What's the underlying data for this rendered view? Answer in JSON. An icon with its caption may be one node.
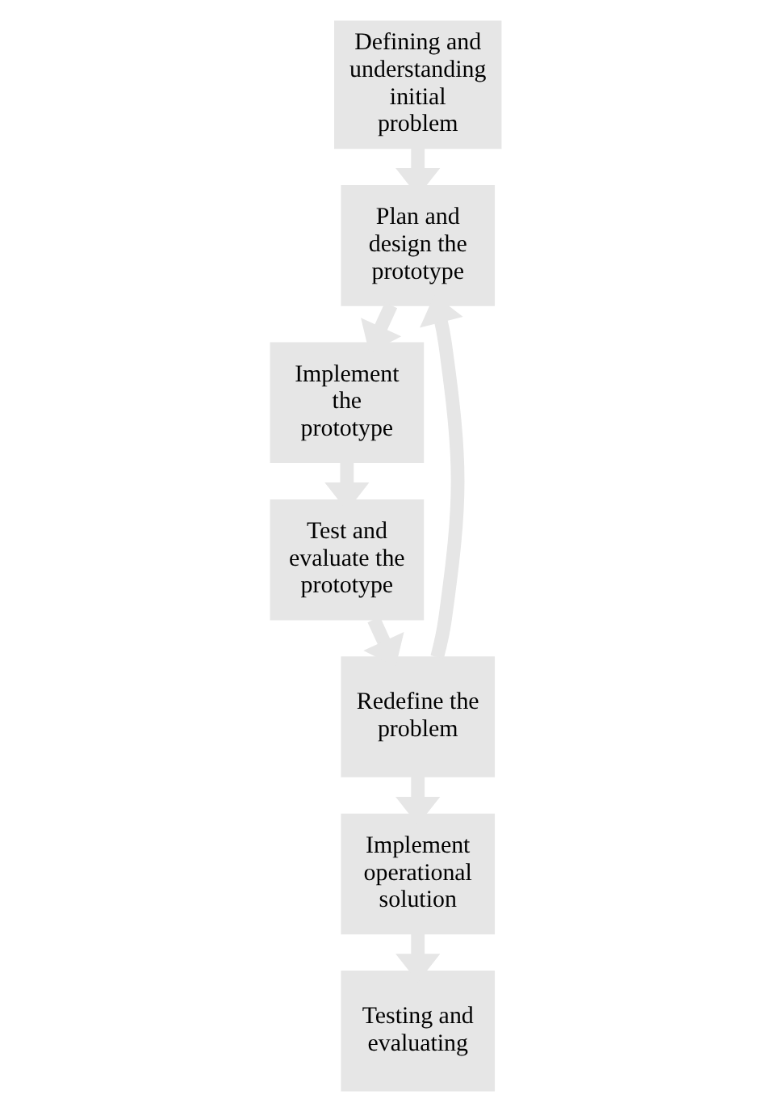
{
  "diagram": {
    "nodes": [
      {
        "text": [
          "Defining and understanding initial problem"
        ]
      },
      {
        "text": [
          "Plan and design the prototype"
        ]
      },
      {
        "text": [
          "Implement the prototype"
        ]
      },
      {
        "text": [
          "Test and evaluate the prototype"
        ]
      },
      {
        "text": [
          "Redefine the problem"
        ]
      },
      {
        "text": [
          "Implement operational solution"
        ]
      },
      {
        "text": [
          "Testing and evaluating"
        ]
      }
    ],
    "edges": [
      {
        "from": 0,
        "to": 1,
        "arrow": "to"
      },
      {
        "from": 1,
        "to": 2,
        "arrow": "to"
      },
      {
        "from": 2,
        "to": 3,
        "arrow": "to"
      },
      {
        "from": 3,
        "to": 4,
        "arrow": "to"
      },
      {
        "from": 4,
        "to": 1,
        "arrow": "to"
      },
      {
        "from": 4,
        "to": 5,
        "arrow": "to"
      },
      {
        "from": 5,
        "to": 6,
        "arrow": "to"
      }
    ]
  }
}
